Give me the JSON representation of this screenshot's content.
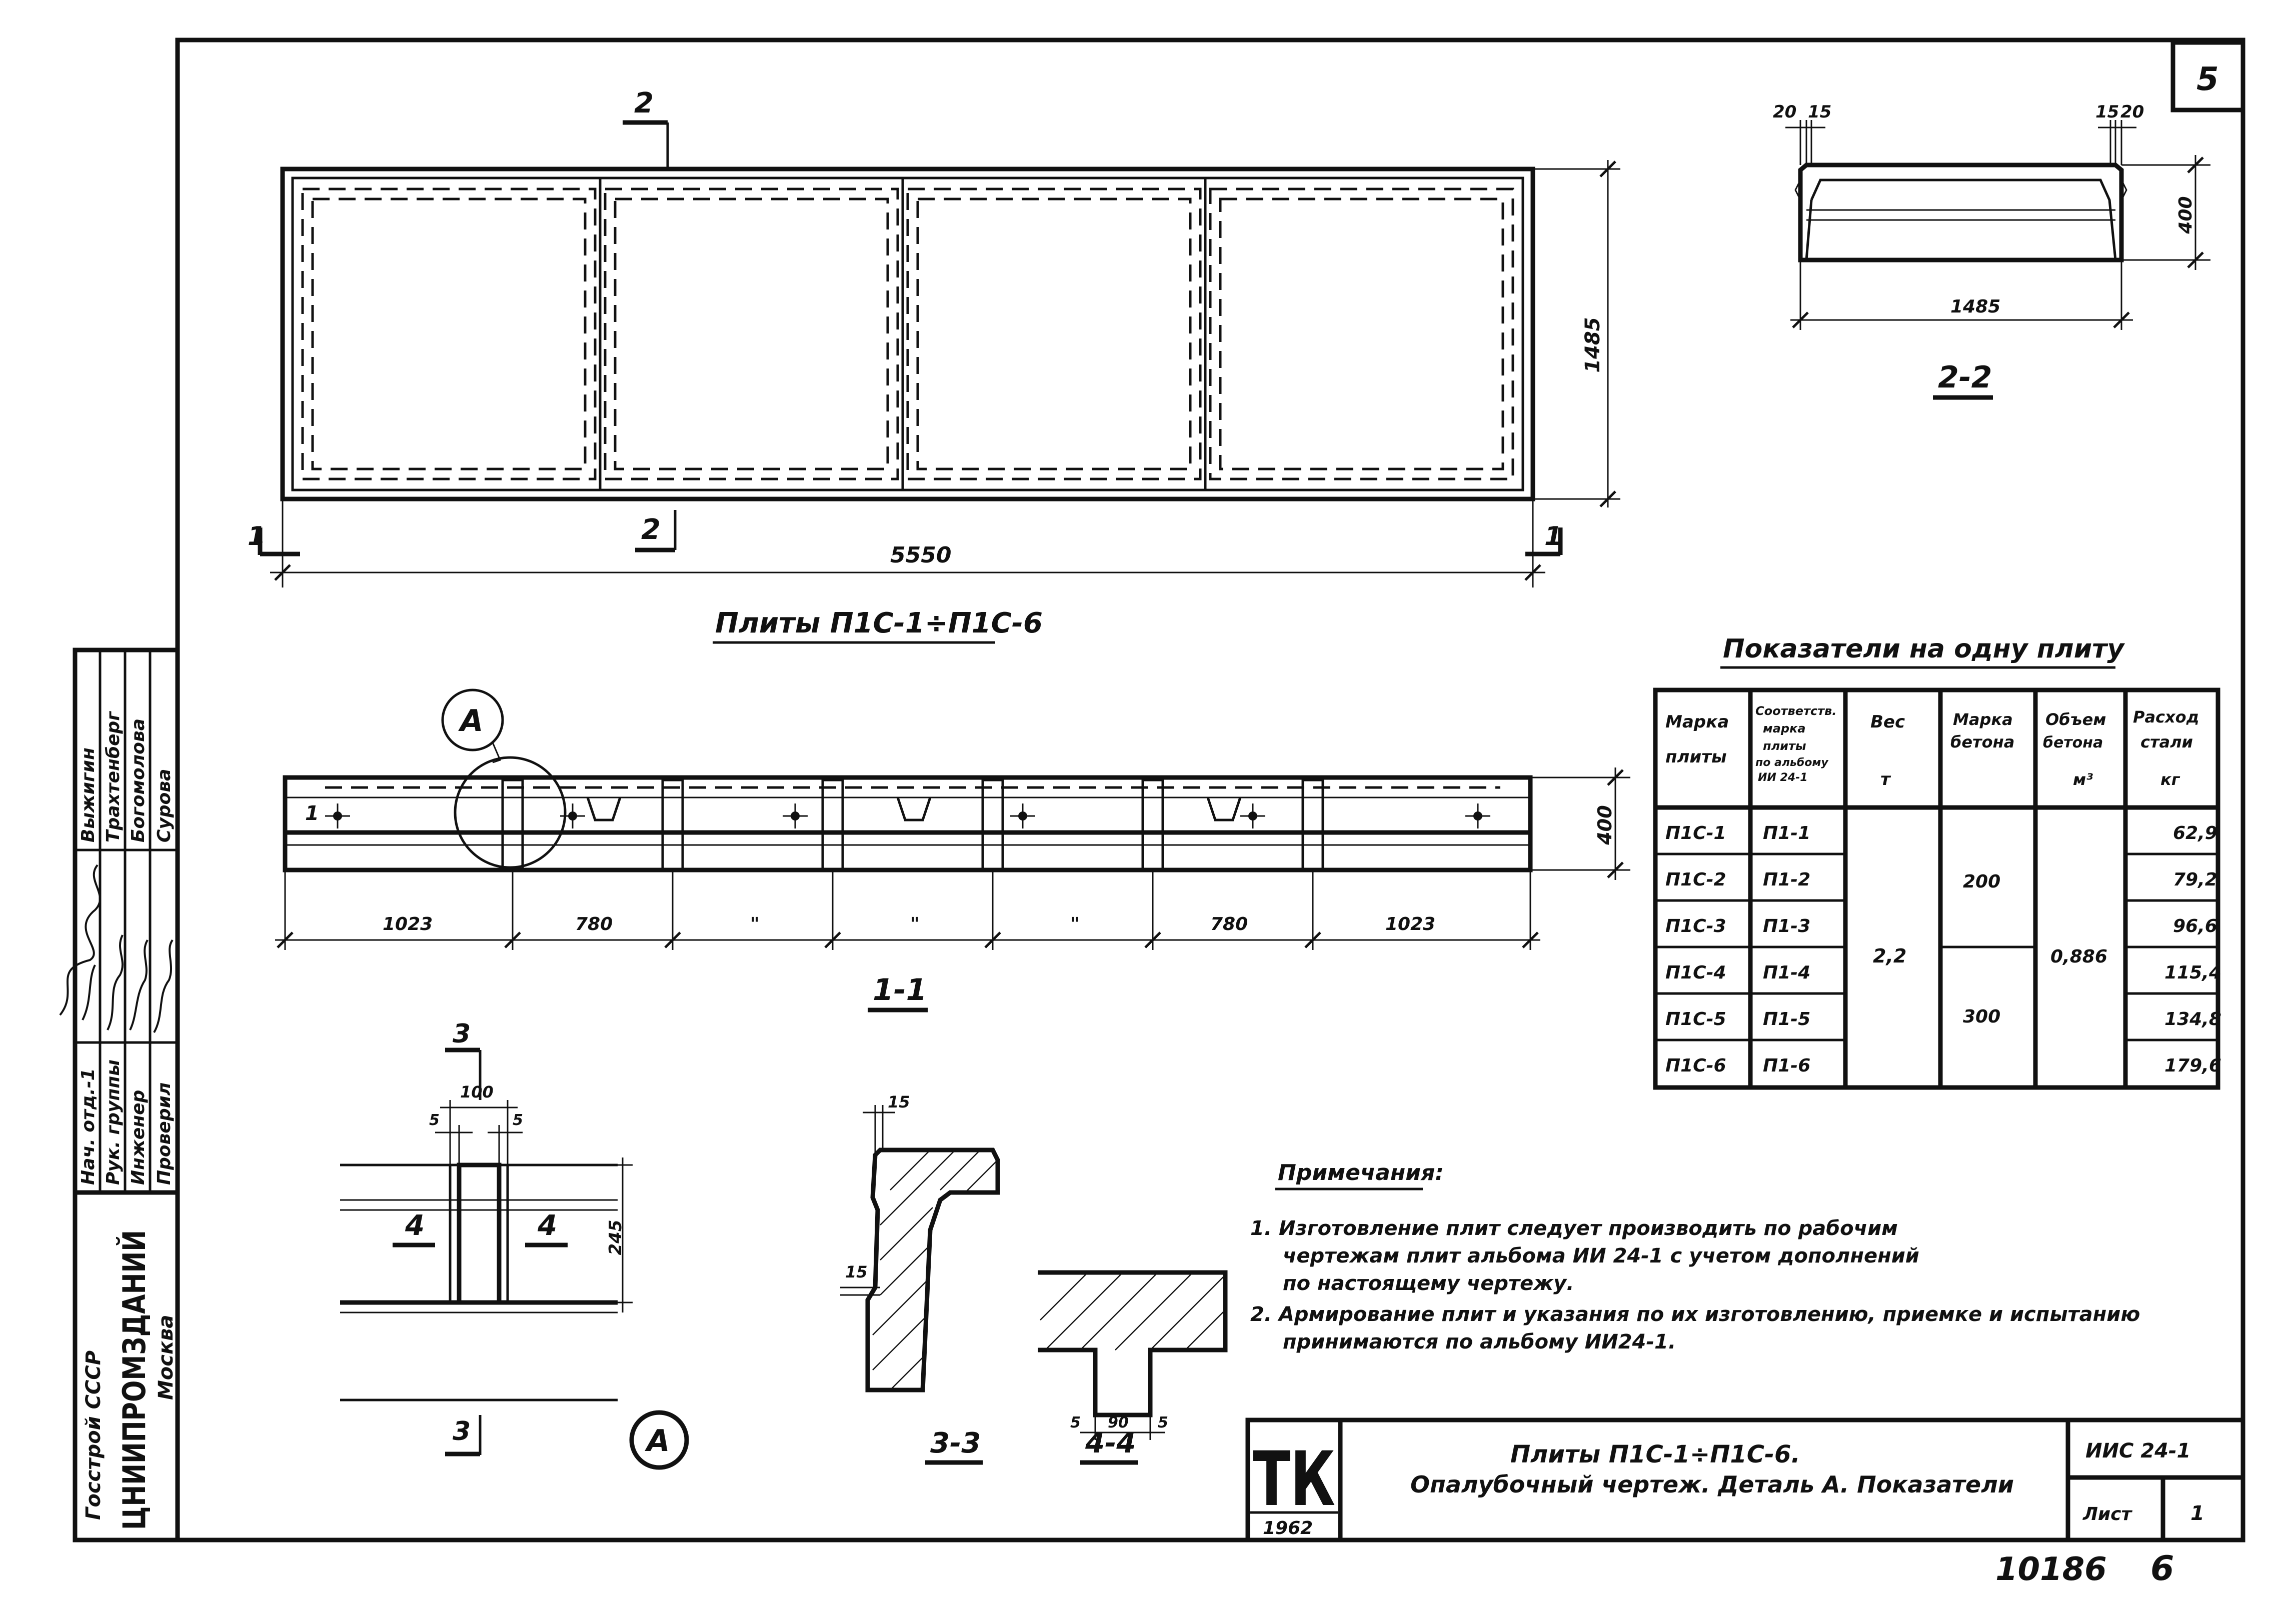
{
  "sheet_corner_number": "5",
  "plan": {
    "cut_2_top": "2",
    "cut_2_bottom": "2",
    "cut_1_left": "1",
    "cut_1_right": "1",
    "dim_length": "5550",
    "dim_width": "1485",
    "caption": "Плиты П1С-1÷П1С-6"
  },
  "section_2_2": {
    "dim_left_a": "20",
    "dim_left_b": "15",
    "dim_right_a": "15",
    "dim_right_b": "20",
    "dim_height": "400",
    "dim_width": "1485",
    "caption": "2-2"
  },
  "section_1_1": {
    "detail_marker": "А",
    "end_label_left": "1",
    "dim_height": "400",
    "segments": [
      "1023",
      "780",
      "\"",
      "\"",
      "\"",
      "780",
      "1023"
    ],
    "caption": "1-1"
  },
  "detail_a": {
    "dim_100": "100",
    "dim_5_left": "5",
    "dim_5_right": "5",
    "dim_245": "245",
    "cut_3_top": "3",
    "cut_3_bottom": "3",
    "cut_4_left": "4",
    "cut_4_right": "4",
    "marker": "А"
  },
  "section_3_3": {
    "dim_top": "15",
    "dim_side": "15",
    "caption": "3-3"
  },
  "section_4_4": {
    "dim_5_left": "5",
    "dim_90": "90",
    "dim_5_right": "5",
    "caption": "4-4"
  },
  "table": {
    "title": "Показатели на одну плиту",
    "headers": [
      [
        "Марка",
        "плиты"
      ],
      [
        "Соответств.",
        "марка",
        "плиты",
        "по альбому",
        "ИИ 24-1"
      ],
      [
        "Вес",
        "т"
      ],
      [
        "Марка",
        "бетона"
      ],
      [
        "Объем",
        "бетона",
        "м³"
      ],
      [
        "Расход",
        "стали",
        "кг"
      ]
    ],
    "rows": [
      [
        "П1С-1",
        "П1-1",
        "62,9"
      ],
      [
        "П1С-2",
        "П1-2",
        "79,2"
      ],
      [
        "П1С-3",
        "П1-3",
        "96,6"
      ],
      [
        "П1С-4",
        "П1-4",
        "115,4"
      ],
      [
        "П1С-5",
        "П1-5",
        "134,8"
      ],
      [
        "П1С-6",
        "П1-6",
        "179,6"
      ]
    ],
    "weight_merged": "2,2",
    "concrete_grade_1": "200",
    "concrete_grade_2": "300",
    "volume_merged": "0,886"
  },
  "notes": {
    "title": "Примечания:",
    "line1": "1. Изготовление плит следует производить по рабочим",
    "line2": "чертежам плит альбома ИИ 24-1 с учетом дополнений",
    "line3": "по настоящему чертежу.",
    "line4": "2. Армирование плит и указания по их изготовлению, приемке и испытанию",
    "line5": "принимаются по альбому ИИ24-1."
  },
  "title_block": {
    "logo": "ТК",
    "year": "1962",
    "title1": "Плиты П1С-1÷П1С-6.",
    "title2": "Опалубочный чертеж. Деталь А. Показатели",
    "album": "ИИС 24-1",
    "sheet_label": "Лист",
    "sheet_num": "1"
  },
  "side_stamp": {
    "org1": "Госстрой СССР",
    "org2": "ЦНИИПРОМЗДАНИЙ",
    "city": "Москва",
    "roles": [
      "Нач. отд.-1",
      "Рук. группы",
      "Инженер",
      "Проверил"
    ],
    "names": [
      "Выжигин",
      "Трахтенберг",
      "Богомолова",
      "Сурова"
    ]
  },
  "bottom_number": "10186",
  "bottom_page": "6"
}
